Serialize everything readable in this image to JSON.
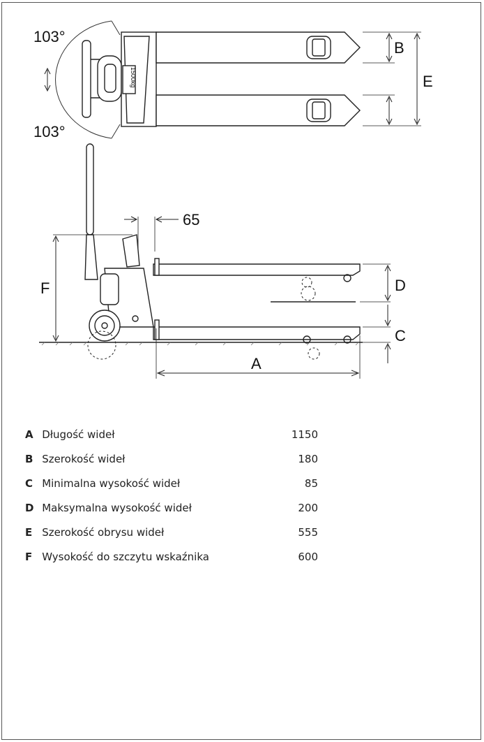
{
  "angles": {
    "top": "103°",
    "bottom": "103°"
  },
  "capacity_plate": "1500kg",
  "dimension_letters": {
    "a": "A",
    "b": "B",
    "c": "C",
    "d": "D",
    "e": "E",
    "f": "F"
  },
  "handle_offset": "65",
  "specs": [
    {
      "key": "A",
      "label": "Długość wideł",
      "value": "1150"
    },
    {
      "key": "B",
      "label": "Szerokość wideł",
      "value": "180"
    },
    {
      "key": "C",
      "label": "Minimalna wysokość wideł",
      "value": "85"
    },
    {
      "key": "D",
      "label": "Maksymalna wysokość wideł",
      "value": "200"
    },
    {
      "key": "E",
      "label": "Szerokość obrysu wideł",
      "value": "555"
    },
    {
      "key": "F",
      "label": "Wysokość do szczytu wskaźnika",
      "value": "600"
    }
  ]
}
